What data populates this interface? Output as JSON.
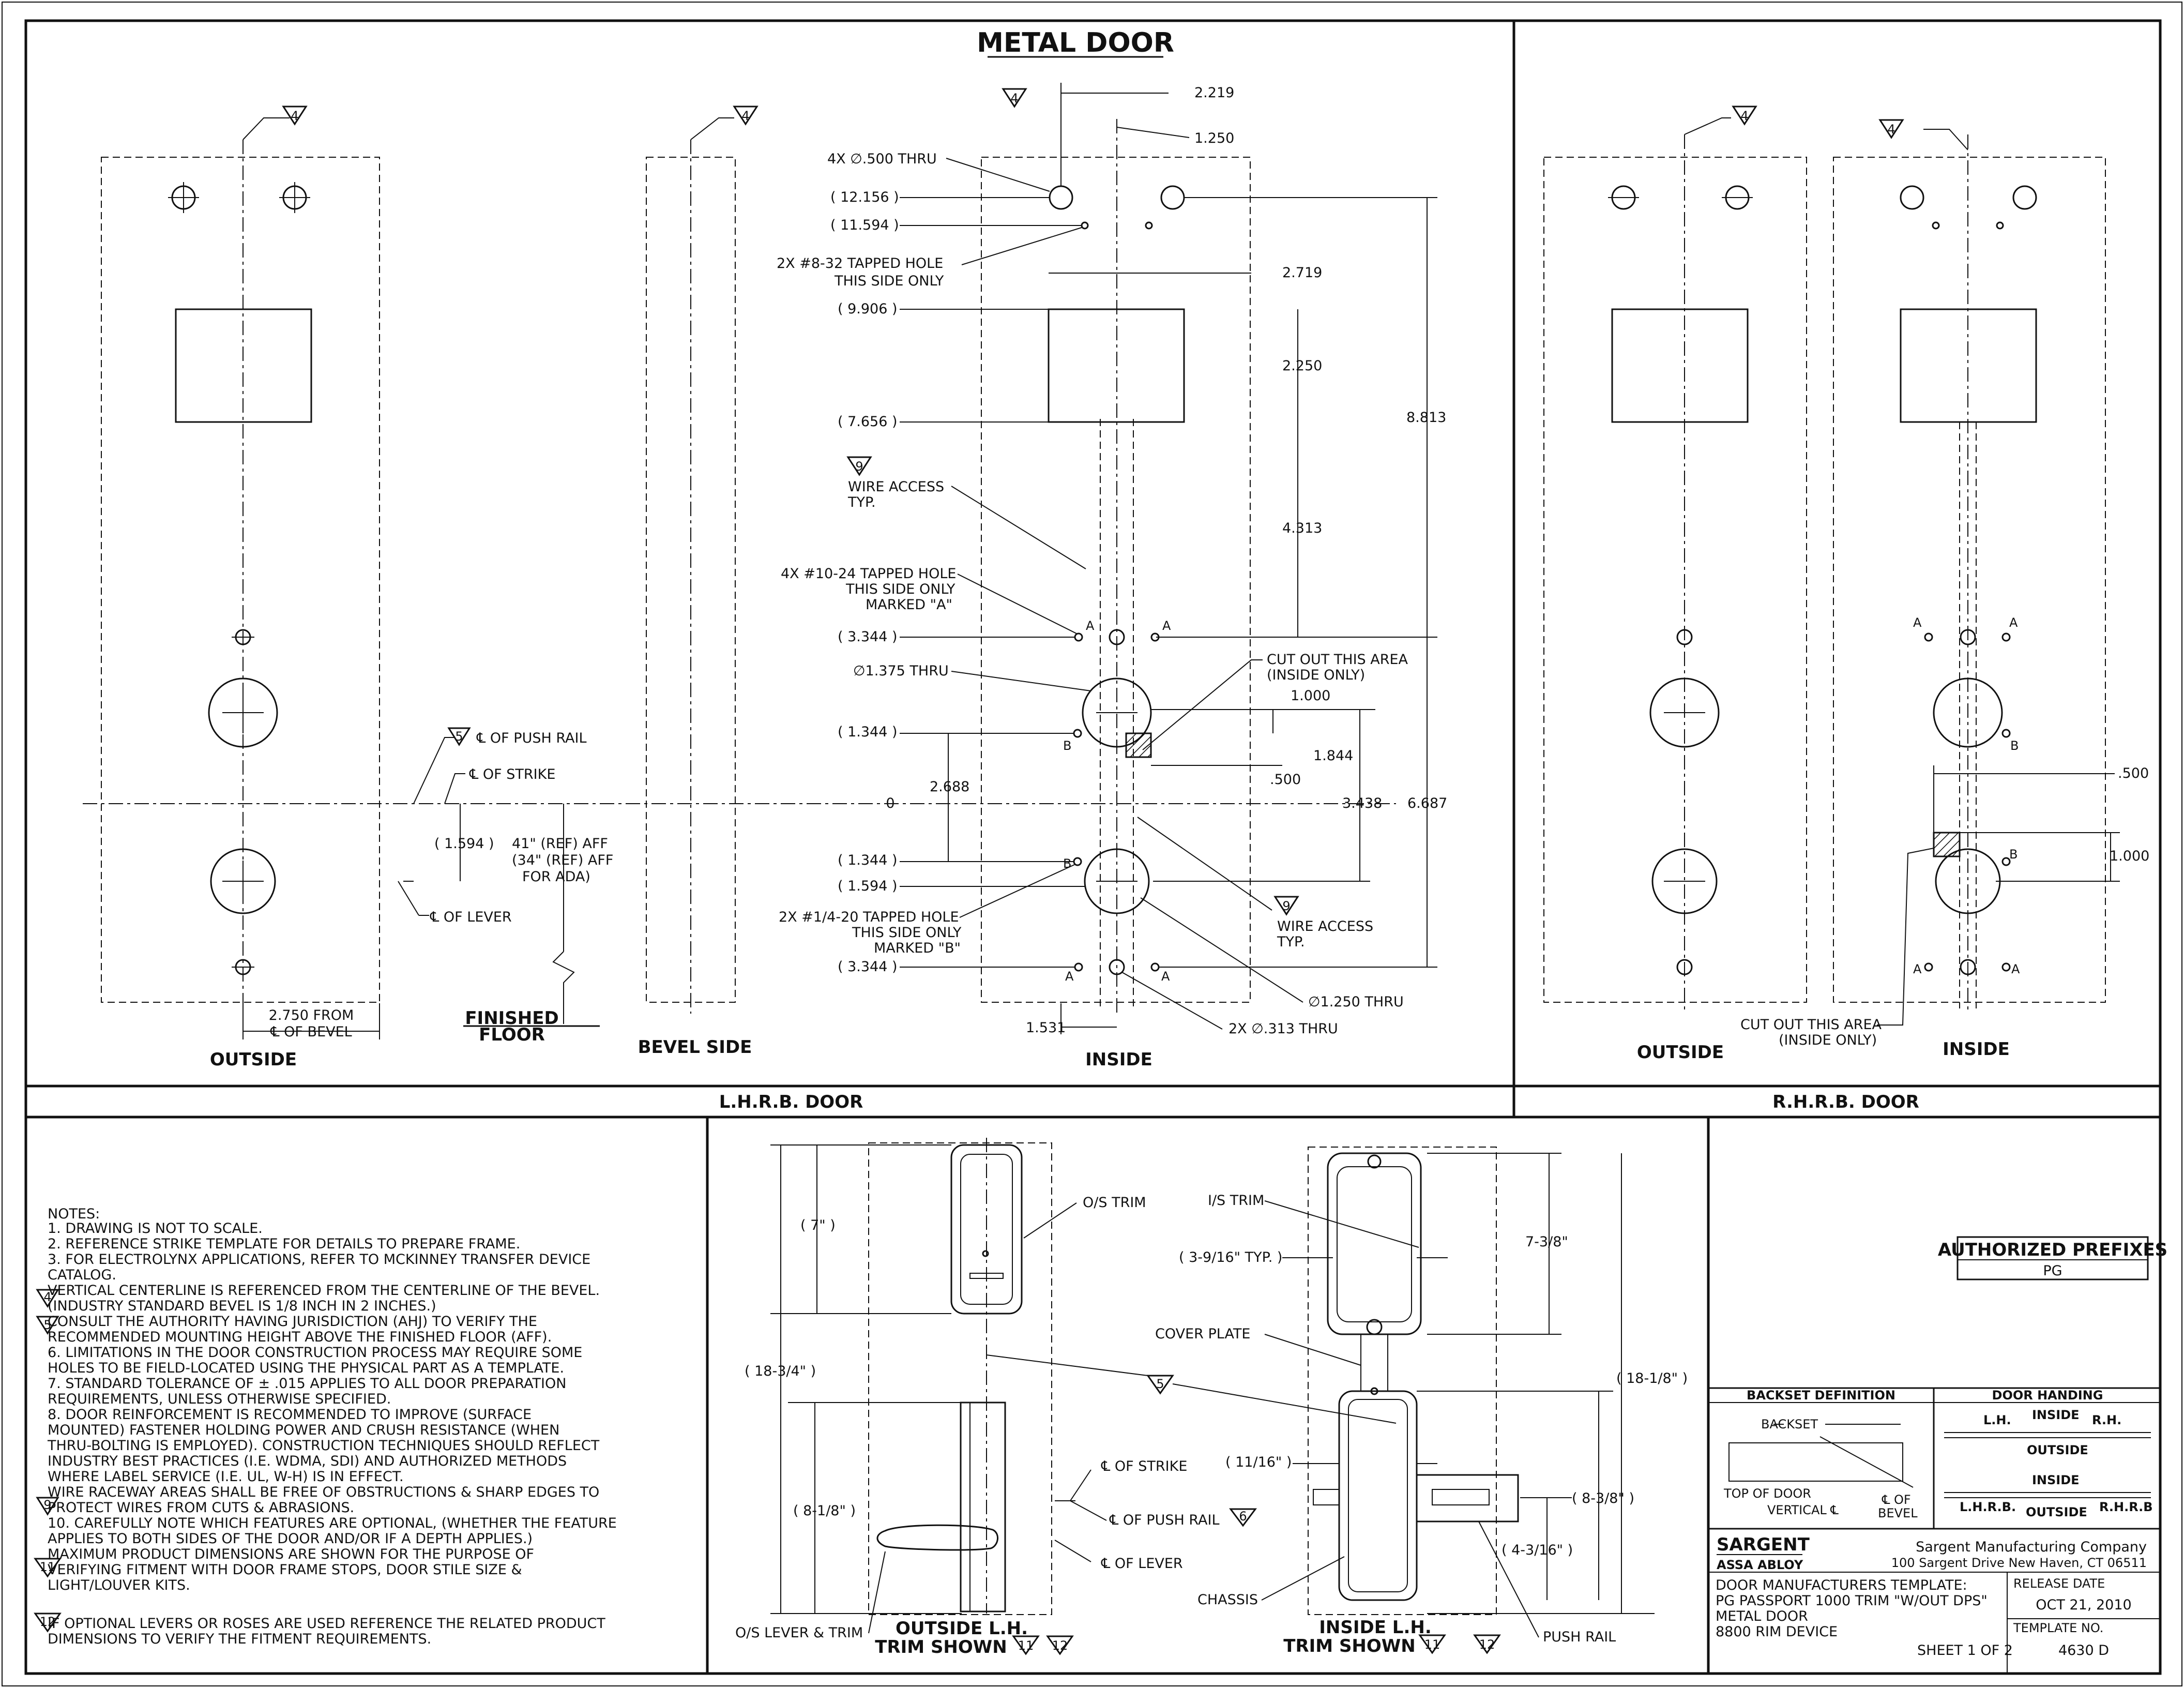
{
  "title": "METAL DOOR",
  "views": {
    "outside": "OUTSIDE",
    "bevel_side": "BEVEL SIDE",
    "inside": "INSIDE",
    "rh_outside": "OUTSIDE",
    "rh_inside": "INSIDE"
  },
  "sections": {
    "lhrb": "L.H.R.B. DOOR",
    "rhrb": "R.H.R.B. DOOR"
  },
  "markers": {
    "four": "4",
    "five": "5",
    "six": "6",
    "nine": "9",
    "eleven": "11",
    "twelve": "12",
    "a": "A",
    "b": "B"
  },
  "dimensions": {
    "d2219": "2.219",
    "d1250": "1.250",
    "d2719": "2.719",
    "d2250": "2.250",
    "d8813": "8.813",
    "d4313": "4.313",
    "d1000": "1.000",
    "d1844": "1.844",
    "d500": ".500",
    "d3438": "3.438",
    "d6687": "6.687",
    "d2688": "2.688",
    "zero": "0",
    "d1531": "1.531",
    "r12156": "( 12.156 )",
    "r11594": "( 11.594 )",
    "r9906": "( 9.906 )",
    "r7656": "( 7.656 )",
    "r3344a": "( 3.344 )",
    "r1344a": "( 1.344 )",
    "r1344b": "( 1.344 )",
    "r1594b": "( 1.594 )",
    "r3344b": "( 3.344 )",
    "r1594": "( 1.594 )",
    "rh500": ".500",
    "rh1000": "1.000"
  },
  "callouts": {
    "holes500": "4X ∅.500 THRU",
    "tapped832_1": "2X #8-32 TAPPED HOLE",
    "tapped832_2": "THIS SIDE ONLY",
    "wire_access_1": "WIRE ACCESS",
    "wire_access_2": "TYP.",
    "tapped1024_1": "4X #10-24 TAPPED HOLE",
    "tapped1024_2": "THIS SIDE ONLY",
    "tapped1024_3": "MARKED \"A\"",
    "hole1375": "∅1.375 THRU",
    "cutout_1": "CUT OUT THIS AREA",
    "cutout_2": "(INSIDE ONLY)",
    "tapped1420_1": "2X #1/4-20 TAPPED HOLE",
    "tapped1420_2": "THIS SIDE ONLY",
    "tapped1420_3": "MARKED \"B\"",
    "wire_access_b1": "WIRE ACCESS",
    "wire_access_b2": "TYP.",
    "hole1250": "∅1.250 THRU",
    "hole313": "2X ∅.313 THRU",
    "push_rail": "℄ OF PUSH RAIL",
    "strike": "℄ OF STRIKE",
    "lever": "℄ OF LEVER",
    "aff_1": "41\" (REF) AFF",
    "aff_2": "(34\" (REF) AFF",
    "aff_3": "FOR ADA)",
    "bevel_1": "2.750 FROM",
    "bevel_2": "℄ OF BEVEL",
    "floor_1": "FINISHED",
    "floor_2": "FLOOR",
    "rh_cutout_1": "CUT OUT THIS AREA",
    "rh_cutout_2": "(INSIDE ONLY)"
  },
  "notes": {
    "heading": "NOTES:",
    "lines": [
      "1.    DRAWING IS NOT TO SCALE.",
      "2.    REFERENCE STRIKE TEMPLATE FOR DETAILS TO PREPARE FRAME.",
      "3.    FOR ELECTROLYNX APPLICATIONS, REFER TO MCKINNEY TRANSFER DEVICE",
      "        CATALOG.",
      "        VERTICAL CENTERLINE IS REFERENCED FROM THE CENTERLINE OF THE BEVEL.",
      "        (INDUSTRY STANDARD BEVEL IS 1/8 INCH IN 2 INCHES.)",
      "        CONSULT THE AUTHORITY HAVING JURISDICTION (AHJ) TO VERIFY THE",
      "        RECOMMENDED MOUNTING HEIGHT ABOVE THE FINISHED FLOOR (AFF).",
      "6.    LIMITATIONS IN THE DOOR CONSTRUCTION PROCESS MAY REQUIRE SOME",
      "        HOLES TO BE FIELD-LOCATED USING THE PHYSICAL PART AS A TEMPLATE.",
      "7.    STANDARD TOLERANCE OF ± .015 APPLIES TO ALL DOOR PREPARATION",
      "        REQUIREMENTS, UNLESS OTHERWISE SPECIFIED.",
      "8.    DOOR REINFORCEMENT IS RECOMMENDED TO IMPROVE (SURFACE",
      "        MOUNTED) FASTENER HOLDING POWER AND CRUSH RESISTANCE (WHEN",
      "        THRU-BOLTING IS EMPLOYED). CONSTRUCTION TECHNIQUES SHOULD REFLECT",
      "        INDUSTRY BEST PRACTICES (I.E. WDMA, SDI) AND AUTHORIZED METHODS",
      "        WHERE LABEL SERVICE (I.E. UL, W-H) IS IN EFFECT.",
      "        WIRE RACEWAY AREAS SHALL BE FREE OF OBSTRUCTIONS & SHARP EDGES TO",
      "        PROTECT WIRES FROM CUTS & ABRASIONS.",
      "10.  CAREFULLY NOTE WHICH FEATURES ARE OPTIONAL, (WHETHER THE FEATURE",
      "        APPLIES TO BOTH SIDES OF THE DOOR AND/OR IF A DEPTH APPLIES.)",
      "        MAXIMUM PRODUCT DIMENSIONS ARE SHOWN FOR THE PURPOSE OF",
      "        VERIFYING FITMENT WITH DOOR FRAME STOPS, DOOR STILE SIZE &",
      "        LIGHT/LOUVER KITS.",
      "        IF OPTIONAL LEVERS OR ROSES ARE USED REFERENCE THE RELATED PRODUCT",
      "        DIMENSIONS TO VERIFY THE FITMENT REQUIREMENTS."
    ]
  },
  "trim": {
    "os_trim": "O/S TRIM",
    "d7": "( 7\" )",
    "d18_34": "( 18-3/4\" )",
    "d8_18": "( 8-1/8\" )",
    "strike": "℄ OF STRIKE",
    "push_rail": "℄ OF PUSH RAIL",
    "lever": "℄ OF LEVER",
    "os_lever": "O/S LEVER & TRIM",
    "outside_shown_1": "OUTSIDE L.H.",
    "outside_shown_2": "TRIM SHOWN",
    "is_trim": "I/S TRIM",
    "d3_916": "( 3-9/16\" TYP. )",
    "d7_38": "7-3/8\"",
    "cover_plate": "COVER PLATE",
    "d18_18": "( 18-1/8\" )",
    "d11_16": "( 11/16\" )",
    "d8_38": "( 8-3/8\" )",
    "d4_316": "( 4-3/16\" )",
    "chassis": "CHASSIS",
    "push_rail_lbl": "PUSH RAIL",
    "inside_shown_1": "INSIDE L.H.",
    "inside_shown_2": "TRIM SHOWN"
  },
  "title_block": {
    "authorized_prefixes": "AUTHORIZED PREFIXES",
    "prefix": "PG",
    "backset_definition": "BACKSET DEFINITION",
    "door_handing": "DOOR HANDING",
    "backset": "BACKSET",
    "top_of_door": "TOP OF DOOR",
    "vertical": "VERTICAL ℄",
    "of_bevel_1": "℄ OF",
    "of_bevel_2": "BEVEL",
    "lh": "L.H.",
    "rh": "R.H.",
    "inside1": "INSIDE",
    "outside1": "OUTSIDE",
    "inside2": "INSIDE",
    "outside2": "OUTSIDE",
    "lhrb": "L.H.R.B.",
    "rhrb": "R.H.R.B",
    "brand": "SARGENT",
    "brand_sub": "ASSA ABLOY",
    "company": "Sargent Manufacturing Company",
    "address": "100 Sargent Drive New Haven, CT 06511",
    "desc_1": "DOOR MANUFACTURERS TEMPLATE:",
    "desc_2": "PG PASSPORT 1000 TRIM \"W/OUT DPS\"",
    "desc_3": "METAL DOOR",
    "desc_4": "8800 RIM DEVICE",
    "release_label": "RELEASE DATE",
    "release_date": "OCT 21, 2010",
    "template_label": "TEMPLATE NO.",
    "template_no": "4630 D",
    "sheet": "SHEET 1 OF 2"
  }
}
